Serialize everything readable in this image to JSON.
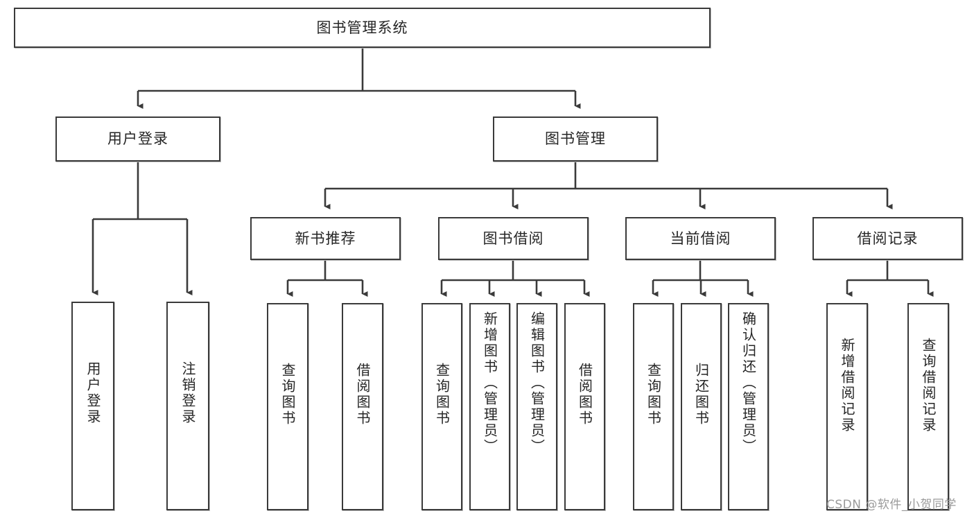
{
  "diagram": {
    "title": "图书管理系统",
    "type": "hierarchy-tree",
    "orientation": "top-down",
    "line_color": "#3a3a3a",
    "box_fill": "#ffffff",
    "text_color": "#262626",
    "root": {
      "id": "root",
      "label": "图书管理系统"
    },
    "level2": [
      {
        "id": "user-login",
        "label": "用户登录"
      },
      {
        "id": "book-manage",
        "label": "图书管理"
      }
    ],
    "level3": [
      {
        "id": "new-book-rec",
        "label": "新书推荐",
        "parent": "book-manage"
      },
      {
        "id": "book-borrow",
        "label": "图书借阅",
        "parent": "book-manage"
      },
      {
        "id": "current-borrow",
        "label": "当前借阅",
        "parent": "book-manage"
      },
      {
        "id": "borrow-record",
        "label": "借阅记录",
        "parent": "book-manage"
      }
    ],
    "leaves": [
      {
        "id": "leaf-user-login",
        "label": "用户登录",
        "parent": "user-login"
      },
      {
        "id": "leaf-user-logout",
        "label": "注销登录",
        "parent": "user-login"
      },
      {
        "id": "leaf-rec-query",
        "label": "查询图书",
        "parent": "new-book-rec"
      },
      {
        "id": "leaf-rec-borrow",
        "label": "借阅图书",
        "parent": "new-book-rec"
      },
      {
        "id": "leaf-borrow-query",
        "label": "查询图书",
        "parent": "book-borrow"
      },
      {
        "id": "leaf-borrow-add",
        "label": "新增图书（管理员）",
        "parent": "book-borrow"
      },
      {
        "id": "leaf-borrow-edit",
        "label": "编辑图书（管理员）",
        "parent": "book-borrow"
      },
      {
        "id": "leaf-borrow-lend",
        "label": "借阅图书",
        "parent": "book-borrow"
      },
      {
        "id": "leaf-cur-query",
        "label": "查询图书",
        "parent": "current-borrow"
      },
      {
        "id": "leaf-cur-return",
        "label": "归还图书",
        "parent": "current-borrow"
      },
      {
        "id": "leaf-cur-confirm",
        "label": "确认归还（管理员）",
        "parent": "current-borrow"
      },
      {
        "id": "leaf-rec-add",
        "label": "新增借阅记录",
        "parent": "borrow-record"
      },
      {
        "id": "leaf-rec-query2",
        "label": "查询借阅记录",
        "parent": "borrow-record"
      }
    ]
  },
  "watermark": {
    "text": "CSDN @软件_小贺同学"
  }
}
